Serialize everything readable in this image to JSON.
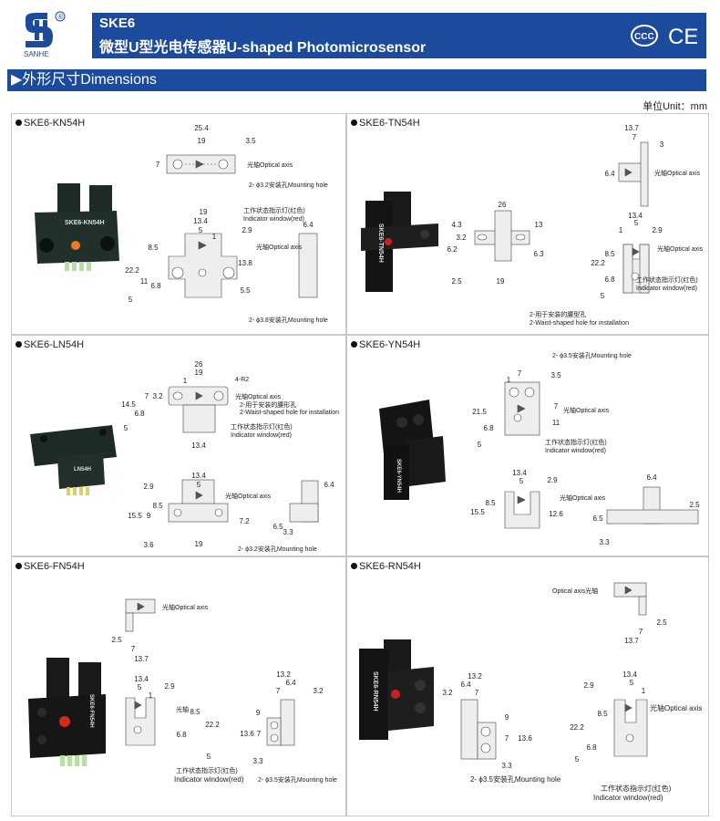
{
  "header": {
    "brand": "SANHE",
    "registered_mark": "®",
    "model_series": "SKE6",
    "product_title": "微型U型光电传感器U-shaped Photomicrosensor",
    "certifications": [
      "CCC",
      "CE"
    ],
    "accent_color": "#1c4a9c"
  },
  "section": {
    "title": "▶外形尺寸Dimensions",
    "unit_label": "单位Unit：mm"
  },
  "labels": {
    "optical_axis": "光轴Optical axis",
    "optical_axis_rev": "Optical axis光轴",
    "optical_axis_short": "光轴",
    "indicator_cn": "工作状态指示灯(红色)",
    "indicator_en": "Indicator window(red)",
    "mount_32": "2- ϕ3.2安装孔Mounting hole",
    "mount_38": "2- ϕ3.8安装孔Mounting hole",
    "mount_35": "2- ϕ3.5安装孔Mounting hole",
    "waist_cn": "2-用于安装的腰型孔",
    "waist_en": "2-Waist-shaped hole for installation",
    "waist_cn_ln": "2-用于安装的腰形孔",
    "r2": "4-R2"
  },
  "panels": [
    {
      "model": "SKE6-KN54H",
      "photo_text": "SKE6-KN54H",
      "dims": {
        "a": "25.4",
        "b": "19",
        "c": "3.5",
        "d": "7",
        "e": "19",
        "f": "13.4",
        "g": "5",
        "h": "1",
        "i": "2.9",
        "j": "8.5",
        "k": "22.2",
        "l": "13.8",
        "m": "11",
        "n": "6.8",
        "o": "5.5",
        "p": "5",
        "q": "6.4"
      }
    },
    {
      "model": "SKE6-TN54H",
      "photo_text": "SKE6-TN54H",
      "dims": {
        "a": "13.7",
        "b": "7",
        "c": "3",
        "d": "6.4",
        "e": "26",
        "f": "4.3",
        "g": "3.2",
        "h": "13",
        "i": "6.2",
        "j": "6.3",
        "k": "2.5",
        "l": "19",
        "m": "13.4",
        "n": "5",
        "o": "1",
        "p": "2.9",
        "q": "8.5",
        "r": "22.2",
        "s": "6.8",
        "t": "5"
      }
    },
    {
      "model": "SKE6-LN54H",
      "photo_text": "LN54H",
      "dims": {
        "a": "26",
        "b": "19",
        "c": "1",
        "d": "7",
        "e": "3.2",
        "f": "14.5",
        "g": "6.8",
        "h": "5",
        "i": "13.4",
        "j": "13.4",
        "k": "5",
        "l": "2.9",
        "m": "8.5",
        "n": "15.5",
        "o": "9",
        "p": "7.2",
        "q": "3.6",
        "r": "19",
        "s": "6.4",
        "t": "6.5",
        "u": "3.3"
      }
    },
    {
      "model": "SKE6-YN54H",
      "photo_text": "SKE6-YN54H",
      "dims": {
        "a": "7",
        "b": "1",
        "c": "3.5",
        "d": "21.5",
        "e": "7",
        "f": "11",
        "g": "6.8",
        "h": "5",
        "i": "13.4",
        "j": "5",
        "k": "2.9",
        "l": "8.5",
        "m": "15.5",
        "n": "12.6",
        "o": "6.4",
        "p": "2.5",
        "q": "6.5",
        "r": "3.3"
      }
    },
    {
      "model": "SKE6-FN54H",
      "photo_text": "SKE6-FN54H",
      "dims": {
        "a": "2.5",
        "b": "7",
        "c": "13.7",
        "d": "13.4",
        "e": "5",
        "f": "1",
        "g": "2.9",
        "h": "8.5",
        "i": "22.2",
        "j": "6.8",
        "k": "5",
        "l": "13.2",
        "m": "6.4",
        "n": "7",
        "o": "3.2",
        "p": "9",
        "q": "13.6",
        "r": "7",
        "s": "3.3"
      }
    },
    {
      "model": "SKE6-RN54H",
      "photo_text": "SKE6-RN54H",
      "dims": {
        "a": "2.5",
        "b": "7",
        "c": "13.7",
        "d": "13.2",
        "e": "6.4",
        "f": "3.2",
        "g": "7",
        "h": "9",
        "i": "7",
        "j": "13.6",
        "k": "3.3",
        "l": "13.4",
        "m": "5",
        "n": "1",
        "o": "2.9",
        "p": "8.5",
        "q": "22.2",
        "r": "6.8",
        "s": "5"
      }
    }
  ]
}
